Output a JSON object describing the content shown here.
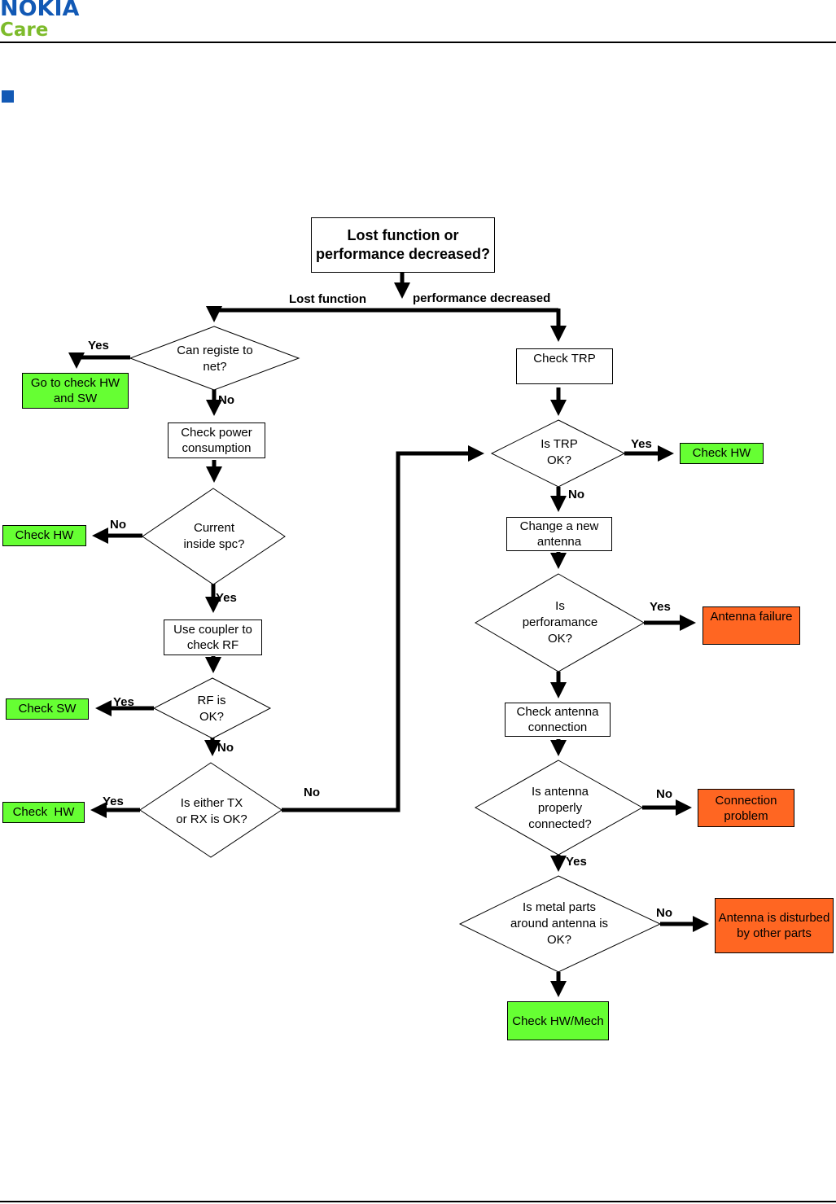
{
  "header": {
    "brand": "NOKIA",
    "sub_brand": "Care"
  },
  "flowchart": {
    "start": "Lost function or performance decreased?",
    "branch_left": "Lost function",
    "branch_right": "performance decreased",
    "left": {
      "q_register": "Can registe to net?",
      "yes1": "Yes",
      "go_check_hw_sw": "Go to check HW and SW",
      "no1": "No",
      "check_power": "Check power consumption",
      "q_current": "Current inside spc?",
      "no2": "No",
      "check_hw_1": "Check HW",
      "yes2": "Yes",
      "use_coupler": "Use coupler to check RF",
      "q_rf": "RF is OK?",
      "yes3": "Yes",
      "check_sw": "Check SW",
      "no3": "No",
      "q_txrx": "Is either TX or RX is OK?",
      "yes4": "Yes",
      "check_hw_2": "Check  HW",
      "no4": "No"
    },
    "right": {
      "check_trp": "Check TRP",
      "q_trp": "Is TRP OK?",
      "yes1": "Yes",
      "check_hw": "Check HW",
      "no1": "No",
      "change_antenna": "Change a new antenna",
      "q_perf": "Is perforamance OK?",
      "yes2": "Yes",
      "antenna_failure": "Antenna failure",
      "check_antenna_conn": "Check antenna connection",
      "q_connected": "Is antenna properly connected?",
      "no2": "No",
      "connection_problem": "Connection problem",
      "yes3": "Yes",
      "q_metal": "Is metal parts around antenna is OK?",
      "no3": "No",
      "antenna_disturbed": "Antenna is disturbed by other parts",
      "check_hw_mech": "Check HW/Mech"
    }
  },
  "colors": {
    "ok_box": "#66ff33",
    "fault_box": "#ff6622",
    "brand_blue": "#1259b5",
    "brand_green": "#7dbb2b"
  }
}
